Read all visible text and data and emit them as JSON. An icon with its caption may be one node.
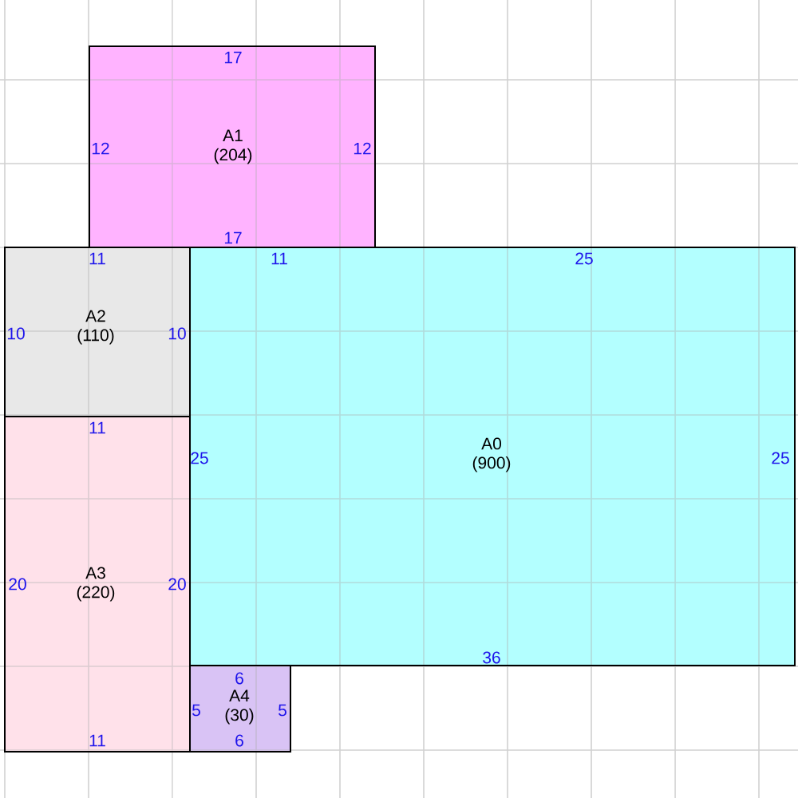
{
  "diagram": {
    "nodes": [
      {
        "text": [
          "A1 (204)",
          "17",
          "12",
          "12",
          "17"
        ]
      },
      {
        "text": [
          "A2 (110)",
          "11",
          "10",
          "10"
        ]
      },
      {
        "text": [
          "A0 (900)",
          "11",
          "25",
          "25",
          "25",
          "36"
        ]
      },
      {
        "text": [
          "A3 (220)",
          "11",
          "20",
          "20",
          "11"
        ]
      },
      {
        "text": [
          "A4 (30)",
          "6",
          "5",
          "5",
          "6"
        ]
      }
    ]
  }
}
